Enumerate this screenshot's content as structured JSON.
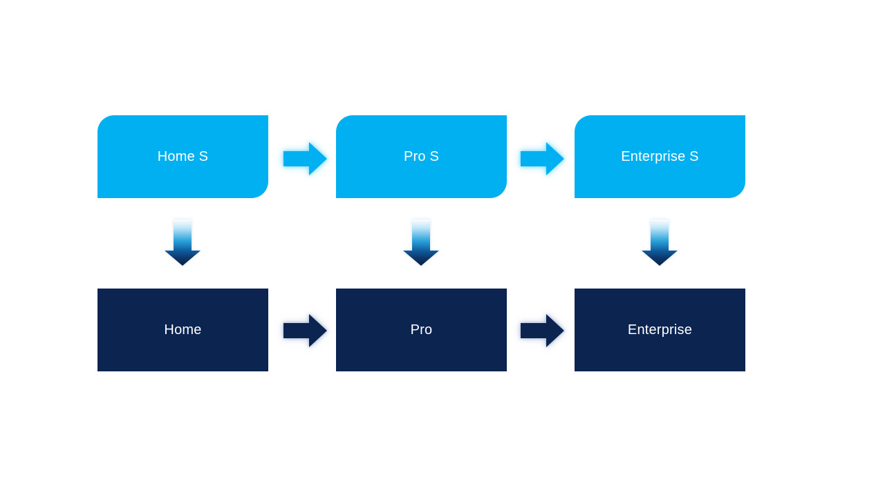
{
  "colors": {
    "background": "#FFFFFF",
    "accent_light_blue": "#00B0F0",
    "accent_dark_navy": "#0B2450",
    "label_text": "#FFFFFF"
  },
  "diagram": {
    "type": "flow",
    "top_row": [
      {
        "label": "Home S"
      },
      {
        "label": "Pro S"
      },
      {
        "label": "Enterprise S"
      }
    ],
    "bottom_row": [
      {
        "label": "Home"
      },
      {
        "label": "Pro"
      },
      {
        "label": "Enterprise"
      }
    ],
    "icons": {
      "horizontal_connector": "arrow-right-icon",
      "vertical_connector": "arrow-down-icon"
    }
  }
}
